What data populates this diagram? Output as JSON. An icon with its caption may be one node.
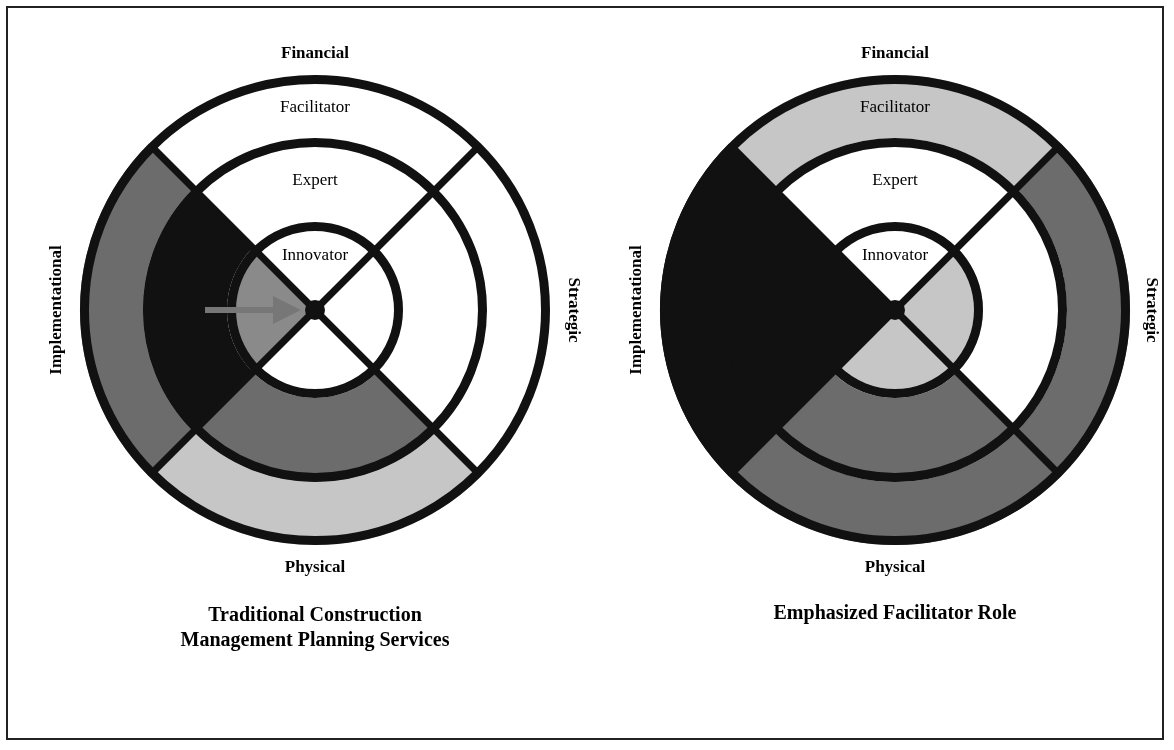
{
  "diagram": {
    "nodes": [
      {
        "text": [
          "Facilitator"
        ]
      },
      {
        "text": [
          "Expert"
        ],
        "in": 0
      },
      {
        "text": [
          "Innovator"
        ],
        "in": 1
      },
      {
        "text": [
          "Facilitator"
        ]
      },
      {
        "text": [
          "Expert"
        ],
        "in": 3
      },
      {
        "text": [
          "Innovator"
        ],
        "in": 4
      }
    ],
    "edges": [],
    "labels": [
      "Financial",
      "Implementational",
      "Strategic",
      "Physical",
      "Traditional Construction Management Planning Services",
      "Financial",
      "Implementational",
      "Strategic",
      "Physical",
      "Emphasized Facilitator Role"
    ]
  }
}
